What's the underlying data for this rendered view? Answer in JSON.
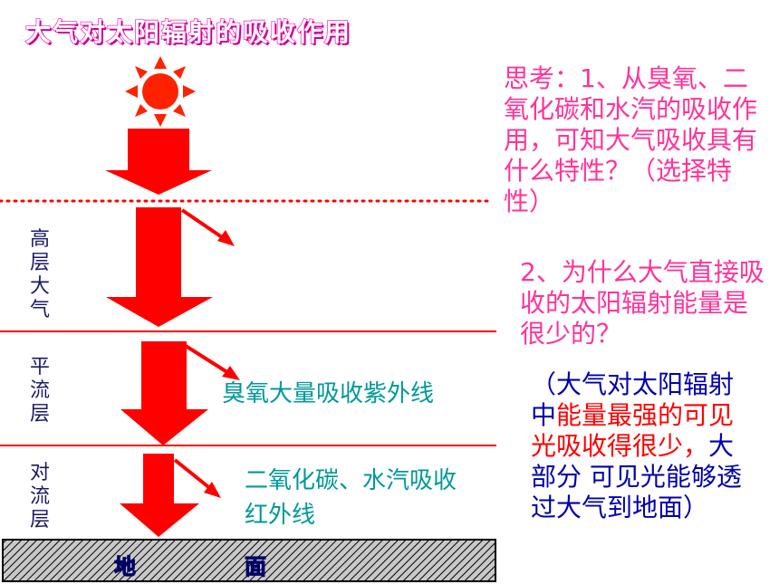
{
  "title": "大气对太阳辐射的吸收作用",
  "layers": {
    "upper": "高层大气",
    "stratosphere": "平流层",
    "troposphere": "对流层"
  },
  "annotations": {
    "ozone": "臭氧大量吸收紫外线",
    "co2_line1": "二氧化碳、水汽吸收",
    "co2_line2": "红外线"
  },
  "ground": {
    "left": "地",
    "right": "面"
  },
  "questions": {
    "q1": "思考：1、从臭氧、二氧化碳和水汽的吸收作用，可知大气吸收具有什么特性？（选择特性）",
    "q2": "2、为什么大气直接吸收的太阳辐射能量是很少的？",
    "a2_part1": "（大气对太阳辐射中",
    "a2_highlight": "能量最强的可见光吸收得很少，",
    "a2_part2": "大部分 可见光能够透过大气到地面）"
  },
  "colors": {
    "arrow": "#ff0000",
    "sun": "#ff2200",
    "layer_line": "#ff0000",
    "question": "#ff3399",
    "answer": "#0000aa",
    "annotation": "#009999"
  }
}
